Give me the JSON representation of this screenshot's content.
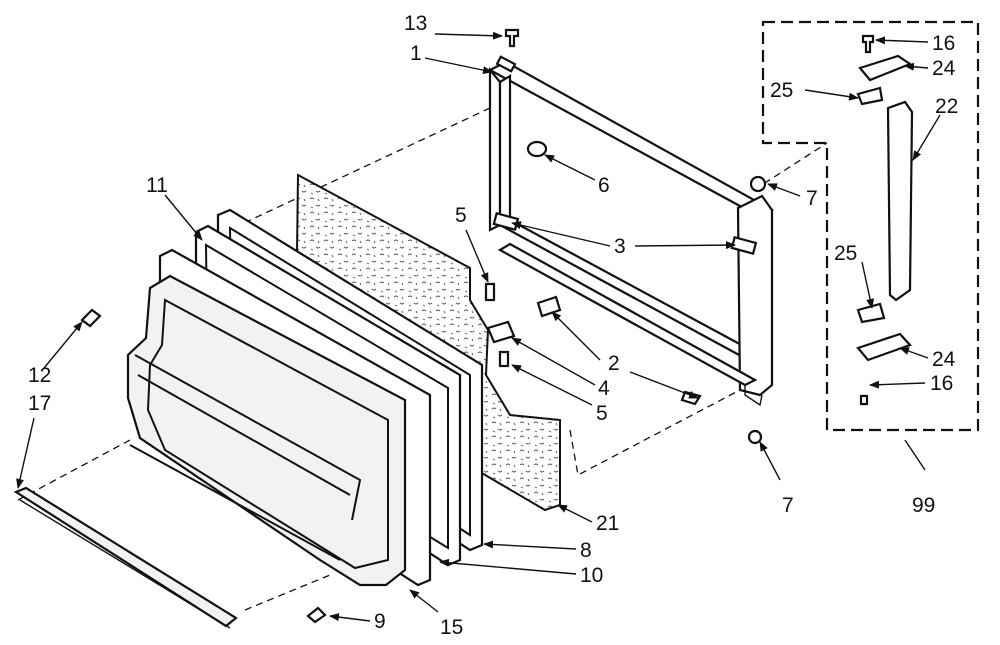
{
  "callouts": [
    "13",
    "1",
    "6",
    "3",
    "5",
    "2",
    "4",
    "5",
    "7",
    "7",
    "16",
    "24",
    "25",
    "22",
    "25",
    "24",
    "16",
    "99",
    "11",
    "12",
    "17",
    "9",
    "15",
    "10",
    "8",
    "21"
  ]
}
